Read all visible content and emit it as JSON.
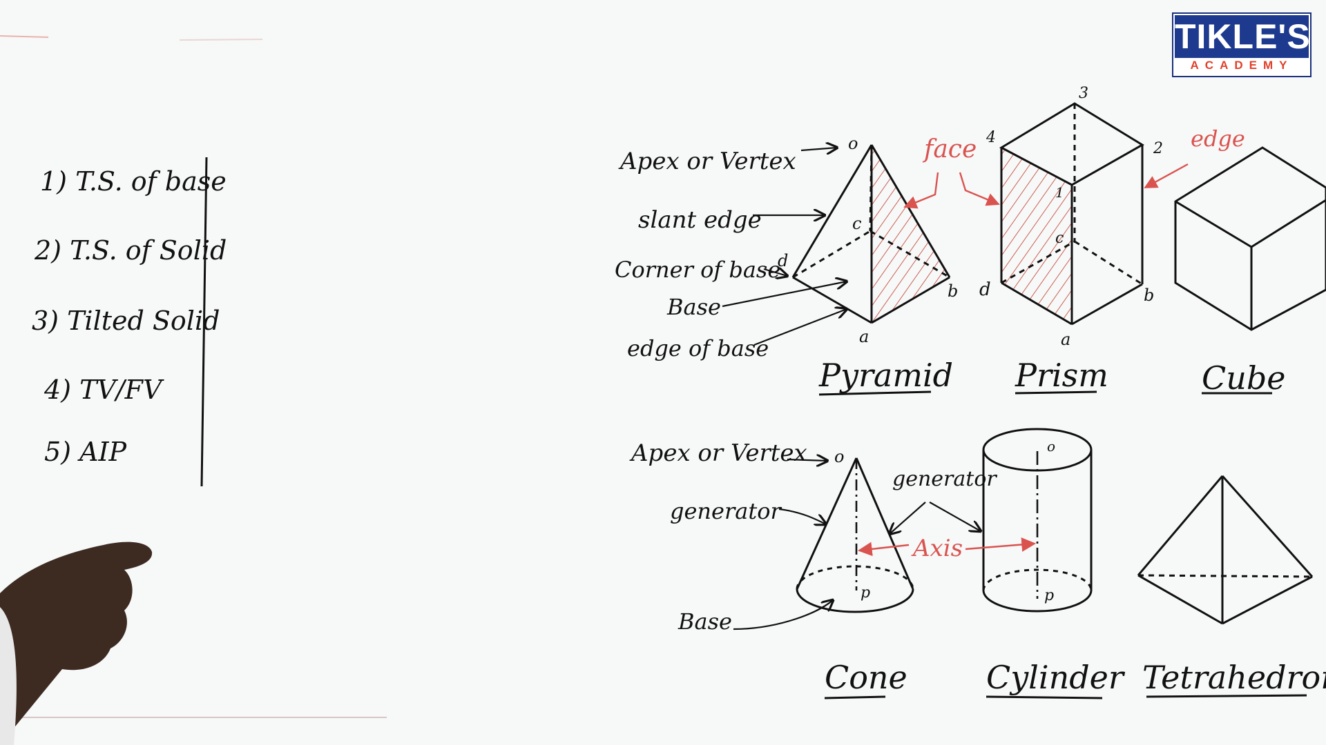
{
  "logo": {
    "brand": "TIKLE'S",
    "sub": "ACADEMY"
  },
  "list_items": [
    "1) T.S. of base",
    "2) T.S. of Solid",
    "3) Tilted Solid",
    "4) TV/FV",
    "5) AIP"
  ],
  "solids": {
    "pyramid": {
      "title": "Pyramid",
      "labels": {
        "apex": "Apex or Vertex",
        "slant_edge": "slant edge",
        "corner": "Corner of base",
        "base": "Base",
        "edge_of_base": "edge of base",
        "face": "face",
        "o": "o",
        "c": "c",
        "d": "d",
        "b": "b",
        "a": "a"
      }
    },
    "prism": {
      "title": "Prism",
      "labels": {
        "edge": "edge",
        "n3": "3",
        "n4": "4",
        "n2": "2",
        "n1": "1",
        "c": "c",
        "d": "d",
        "b": "b",
        "a": "a"
      }
    },
    "cube": {
      "title": "Cube"
    },
    "cone": {
      "title": "Cone",
      "labels": {
        "apex": "Apex or Vertex",
        "generator": "generator",
        "base": "Base",
        "o": "o",
        "p": "p"
      }
    },
    "cylinder": {
      "title": "Cylinder",
      "labels": {
        "generator": "generator",
        "axis": "Axis",
        "o": "o",
        "p": "p"
      }
    },
    "tetrahedron": {
      "title": "Tetrahedron"
    }
  },
  "colors": {
    "ink": "#111111",
    "marker_red": "#d9534f",
    "board": "#f7f8f8",
    "logo_blue": "#1d3a8f",
    "logo_red": "#e0402a"
  }
}
